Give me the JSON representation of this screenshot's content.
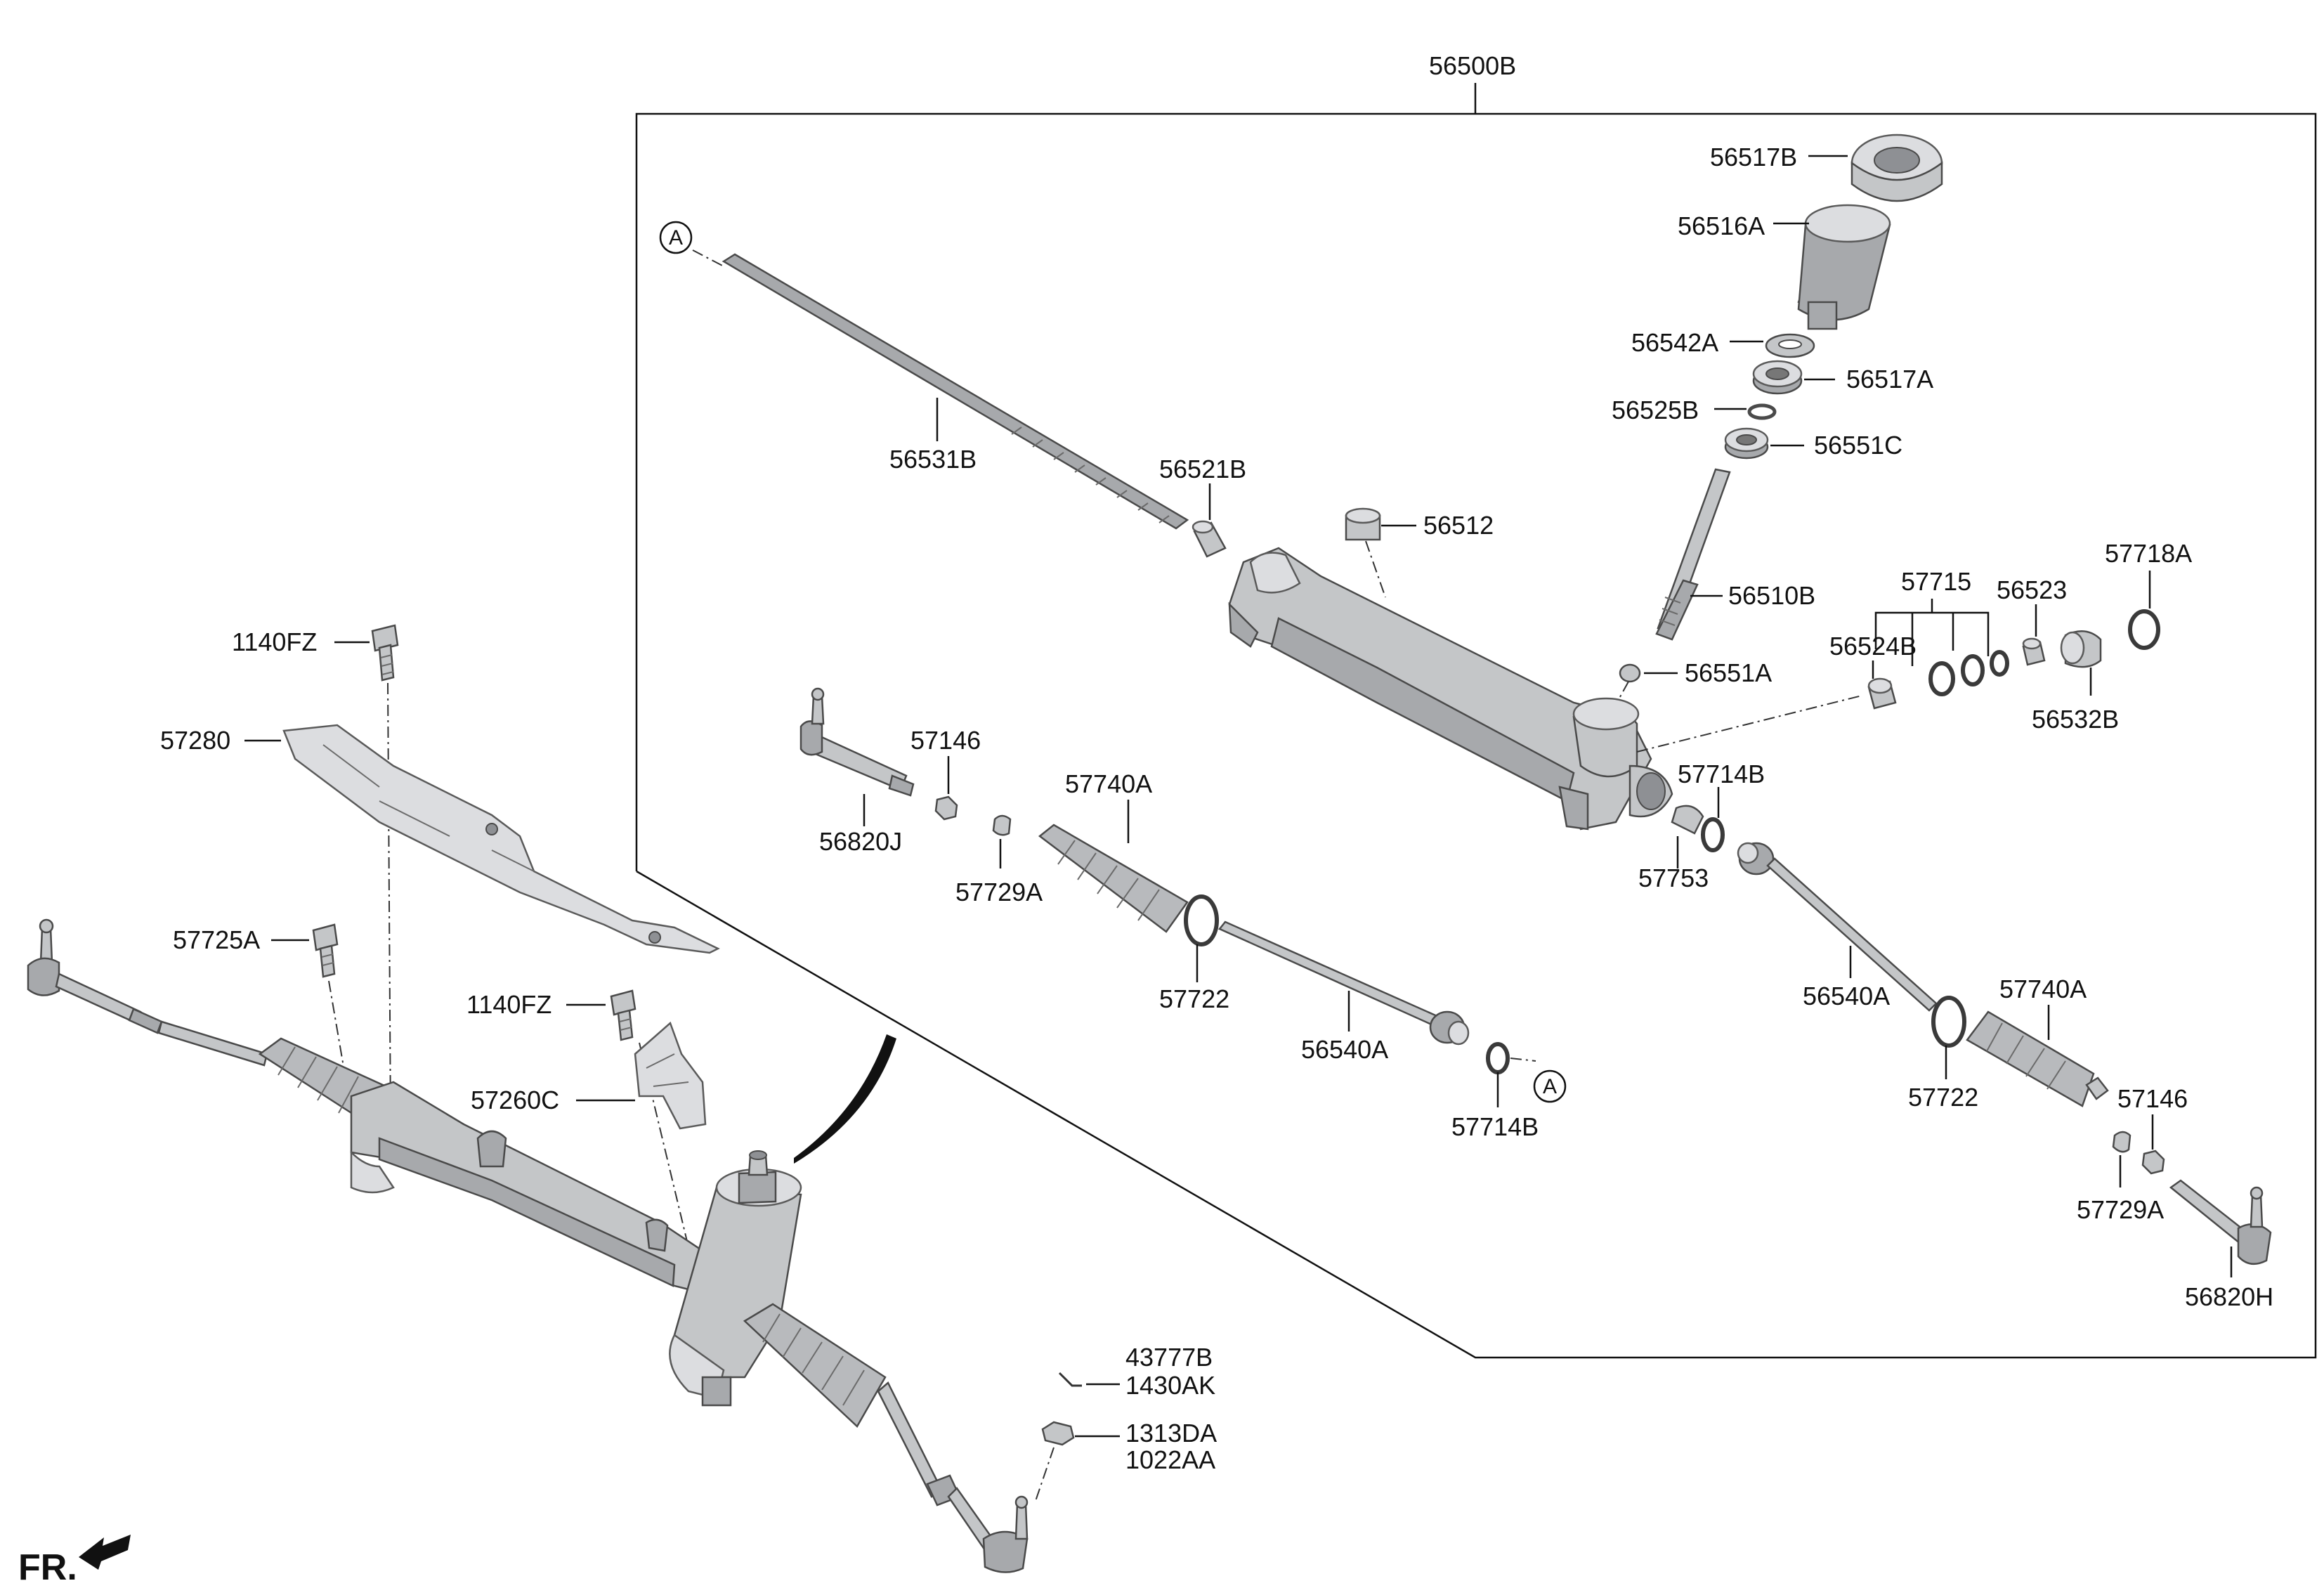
{
  "frame_label": "56500B",
  "front_label": "FR.",
  "circle_ref": "A",
  "callouts": {
    "c56517B": "56517B",
    "c56516A": "56516A",
    "c56542A": "56542A",
    "c56517A": "56517A",
    "c56525B": "56525B",
    "c56551C": "56551C",
    "c56531B": "56531B",
    "c56521B": "56521B",
    "c56512": "56512",
    "c56510B": "56510B",
    "c56551A": "56551A",
    "c57715": "57715",
    "c56523": "56523",
    "c57718A": "57718A",
    "c56524B": "56524B",
    "c56532B": "56532B",
    "c57146_top": "57146",
    "c56820J": "56820J",
    "c57740A_left": "57740A",
    "c57729A_left": "57729A",
    "c57714B_top": "57714B",
    "c57753": "57753",
    "c57722_left": "57722",
    "c56540A_left": "56540A",
    "c57714B_bottom": "57714B",
    "c56540A_right": "56540A",
    "c57740A_right": "57740A",
    "c57722_right": "57722",
    "c57146_right": "57146",
    "c57729A_right": "57729A",
    "c56820H": "56820H",
    "c1140FZ_top": "1140FZ",
    "c57280": "57280",
    "c57725A": "57725A",
    "c1140FZ_mid": "1140FZ",
    "c57260C": "57260C",
    "c43777B": "43777B",
    "c1430AK": "1430AK",
    "c1313DA": "1313DA",
    "c1022AA": "1022AA"
  }
}
